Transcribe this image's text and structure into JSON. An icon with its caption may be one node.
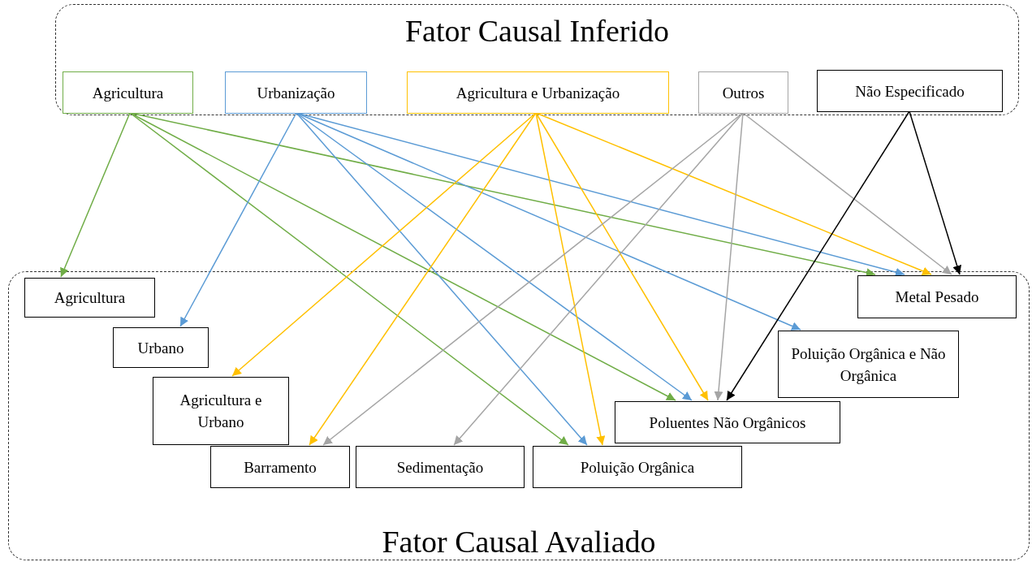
{
  "diagram": {
    "nodes": [
      {
        "text": [
          "Fator Causal Inferido"
        ]
      },
      {
        "text": [
          "Agricultura"
        ],
        "in": 0
      },
      {
        "text": [
          "Urbanização"
        ],
        "in": 0
      },
      {
        "text": [
          "Agricultura e Urbanização"
        ],
        "in": 0
      },
      {
        "text": [
          "Outros"
        ],
        "in": 0
      },
      {
        "text": [
          "Não Especificado"
        ],
        "in": 0
      },
      {
        "text": [
          "Fator Causal Avaliado"
        ]
      },
      {
        "text": [
          "Agricultura"
        ],
        "in": 6
      },
      {
        "text": [
          "Urbano"
        ],
        "in": 6
      },
      {
        "text": [
          "Agricultura e Urbano"
        ],
        "in": 6
      },
      {
        "text": [
          "Barramento"
        ],
        "in": 6
      },
      {
        "text": [
          "Sedimentação"
        ],
        "in": 6
      },
      {
        "text": [
          "Poluição Orgânica"
        ],
        "in": 6
      },
      {
        "text": [
          "Poluentes Não Orgânicos"
        ],
        "in": 6
      },
      {
        "text": [
          "Poluição Orgânica e Não Orgânica"
        ],
        "in": 6
      },
      {
        "text": [
          "Metal Pesado"
        ],
        "in": 6
      }
    ],
    "edges": [
      {
        "from": 1,
        "to": 7,
        "arrow": "to",
        "color": "#70ad47"
      },
      {
        "from": 1,
        "to": 15,
        "arrow": "to",
        "color": "#70ad47"
      },
      {
        "from": 1,
        "to": 13,
        "arrow": "to",
        "color": "#70ad47"
      },
      {
        "from": 1,
        "to": 12,
        "arrow": "to",
        "color": "#70ad47"
      },
      {
        "from": 2,
        "to": 8,
        "arrow": "to",
        "color": "#5b9bd5"
      },
      {
        "from": 2,
        "to": 15,
        "arrow": "to",
        "color": "#5b9bd5"
      },
      {
        "from": 2,
        "to": 14,
        "arrow": "to",
        "color": "#5b9bd5"
      },
      {
        "from": 2,
        "to": 13,
        "arrow": "to",
        "color": "#5b9bd5"
      },
      {
        "from": 2,
        "to": 12,
        "arrow": "to",
        "color": "#5b9bd5"
      },
      {
        "from": 3,
        "to": 9,
        "arrow": "to",
        "color": "#ffc000"
      },
      {
        "from": 3,
        "to": 10,
        "arrow": "to",
        "color": "#ffc000"
      },
      {
        "from": 3,
        "to": 12,
        "arrow": "to",
        "color": "#ffc000"
      },
      {
        "from": 3,
        "to": 13,
        "arrow": "to",
        "color": "#ffc000"
      },
      {
        "from": 3,
        "to": 15,
        "arrow": "to",
        "color": "#ffc000"
      },
      {
        "from": 4,
        "to": 10,
        "arrow": "to",
        "color": "#a5a5a5"
      },
      {
        "from": 4,
        "to": 11,
        "arrow": "to",
        "color": "#a5a5a5"
      },
      {
        "from": 4,
        "to": 13,
        "arrow": "to",
        "color": "#a5a5a5"
      },
      {
        "from": 4,
        "to": 15,
        "arrow": "to",
        "color": "#a5a5a5"
      },
      {
        "from": 5,
        "to": 13,
        "arrow": "to",
        "color": "#000000"
      },
      {
        "from": 5,
        "to": 15,
        "arrow": "to",
        "color": "#000000"
      }
    ]
  }
}
